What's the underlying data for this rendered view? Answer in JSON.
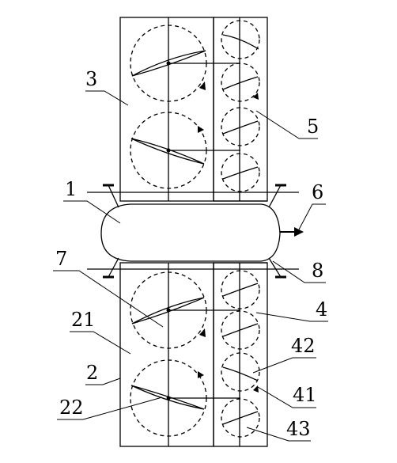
{
  "labels": {
    "l1": "1",
    "l2": "2",
    "l3": "3",
    "l4": "4",
    "l5": "5",
    "l6": "6",
    "l7": "7",
    "l8": "8",
    "l21": "21",
    "l22": "22",
    "l41": "41",
    "l42": "42",
    "l43": "43"
  }
}
